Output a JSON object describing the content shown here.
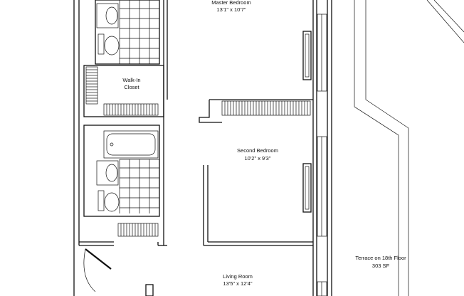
{
  "rooms": {
    "master_bedroom": {
      "name": "Master Bedroom",
      "size": "13'1\" x 10'7\""
    },
    "walk_in_closet": {
      "line1": "Walk-In",
      "line2": "Closet"
    },
    "second_bedroom": {
      "name": "Second Bedroom",
      "size": "10'2\" x 9'3\""
    },
    "terrace": {
      "name": "Terrace on 18th Floor",
      "size": "303 SF"
    },
    "living_room": {
      "name": "Living Room",
      "size": "13'5\" x 12'4\""
    }
  }
}
